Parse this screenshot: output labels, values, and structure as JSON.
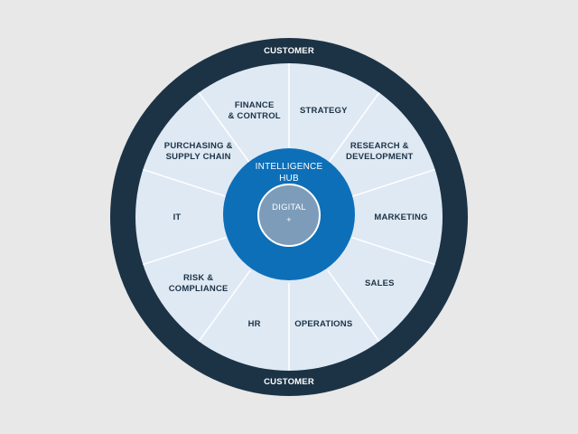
{
  "outer_ring": {
    "top_label": "CUSTOMER",
    "bottom_label": "CUSTOMER"
  },
  "segments": [
    {
      "lines": [
        "FINANCE",
        "& CONTROL"
      ]
    },
    {
      "lines": [
        "STRATEGY"
      ]
    },
    {
      "lines": [
        "RESEARCH &",
        "DEVELOPMENT"
      ]
    },
    {
      "lines": [
        "MARKETING"
      ]
    },
    {
      "lines": [
        "SALES"
      ]
    },
    {
      "lines": [
        "OPERATIONS"
      ]
    },
    {
      "lines": [
        "HR"
      ]
    },
    {
      "lines": [
        "RISK &",
        "COMPLIANCE"
      ]
    },
    {
      "lines": [
        "IT"
      ]
    },
    {
      "lines": [
        "PURCHASING &",
        "SUPPLY CHAIN"
      ]
    }
  ],
  "hub": {
    "line1": "INTELLIGENCE",
    "line2": "HUB"
  },
  "core": {
    "line1": "DIGITAL",
    "line2": "+"
  },
  "colors": {
    "background": "#e8e8e8",
    "outer_ring": "#1c3346",
    "segment_fill": "#dfe9f4",
    "divider": "#ffffff",
    "hub": "#0d6fb8",
    "core": "#7d9cb9"
  }
}
